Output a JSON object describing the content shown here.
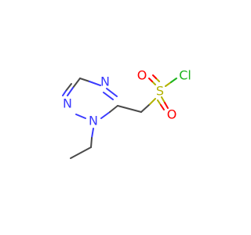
{
  "molecule": {
    "atoms": {
      "n_top": "N",
      "n_left": "N",
      "n_mid": "N",
      "s": "S",
      "o_left": "O",
      "o_bottom": "O",
      "cl": "Cl"
    },
    "colors": {
      "carbon_bond": "#4a4a4a",
      "nitrogen": "#3a3aff",
      "sulfur": "#b2b200",
      "oxygen": "#ff0000",
      "chlorine": "#1db41d"
    }
  }
}
